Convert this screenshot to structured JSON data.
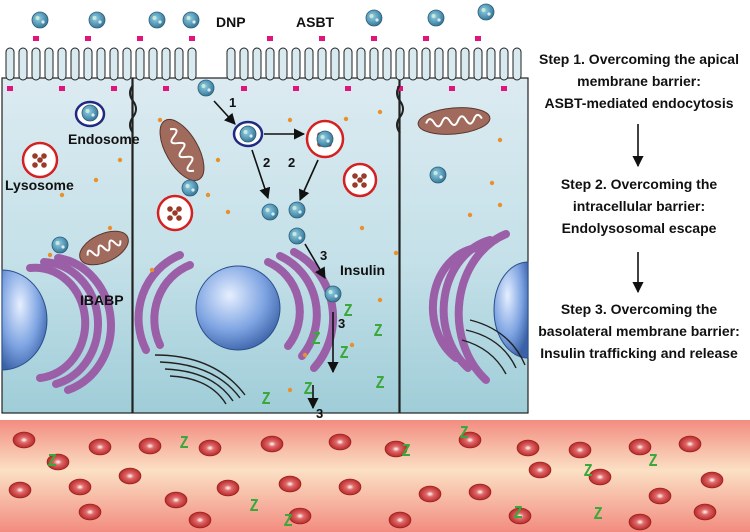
{
  "labels": {
    "dnp": "DNP",
    "asbt": "ASBT",
    "endosome": "Endosome",
    "lysosome": "Lysosome",
    "ibabp": "IBABP",
    "insulin": "Insulin"
  },
  "arrow_numbers": {
    "one": "1",
    "two": "2",
    "three": "3"
  },
  "steps": [
    {
      "line1": "Step 1. Overcoming the apical",
      "line2": "membrane barrier:",
      "line3": "ASBT-mediated endocytosis"
    },
    {
      "line1": "Step 2. Overcoming the",
      "line2": "intracellular barrier:",
      "line3": "Endolysosomal escape"
    },
    {
      "line1": "Step 3. Overcoming the",
      "line2": "basolateral membrane barrier:",
      "line3": "Insulin trafficking and release"
    }
  ],
  "colors": {
    "cell_top": "#d8e9ef",
    "cell_bottom": "#a9d1dc",
    "asbt_marker": "#e0147a",
    "endosome_ring": "#1f2a80",
    "lysosome_ring": "#d42020",
    "mitochondrion": "#a06a5c",
    "golgi": "#9b5fa8",
    "nucleus": "#6a93d6",
    "blood_vessel": "#f5a89c",
    "red_blood_cell": "#d44040",
    "insulin": "#3aa83a"
  }
}
